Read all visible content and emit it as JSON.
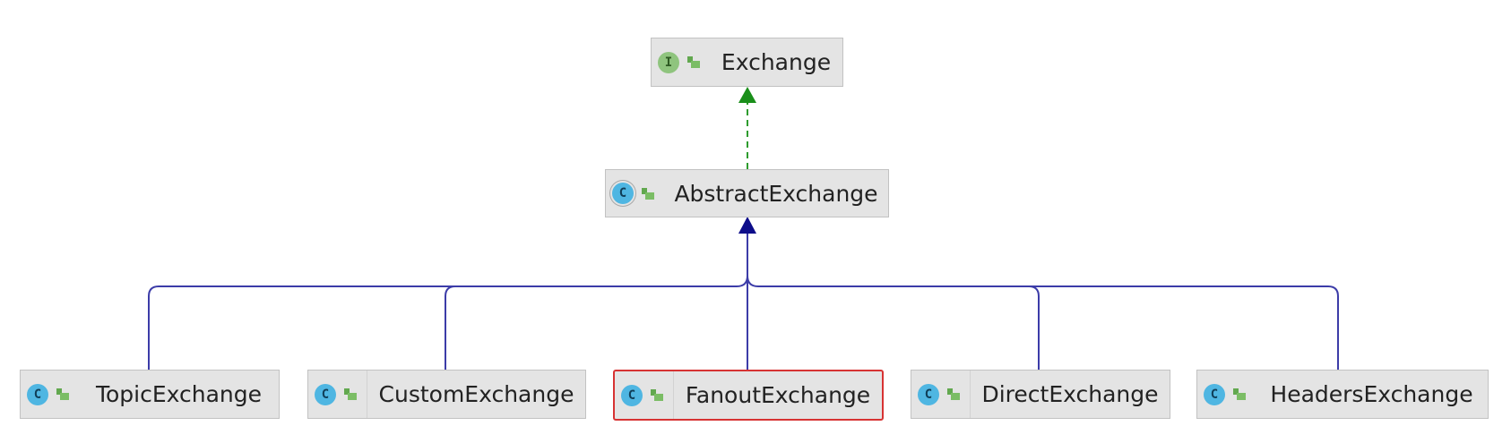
{
  "diagram": {
    "root": {
      "name": "Exchange",
      "kind": "interface",
      "kind_glyph": "I",
      "visibility": "public-lock-icon"
    },
    "middle": {
      "name": "AbstractExchange",
      "kind": "abstract-class",
      "kind_glyph": "C",
      "visibility": "public-lock-icon"
    },
    "children": [
      {
        "name": "TopicExchange",
        "kind": "class",
        "kind_glyph": "C",
        "visibility": "public-lock-icon",
        "selected": false
      },
      {
        "name": "CustomExchange",
        "kind": "class",
        "kind_glyph": "C",
        "visibility": "public-lock-icon",
        "selected": false
      },
      {
        "name": "FanoutExchange",
        "kind": "class",
        "kind_glyph": "C",
        "visibility": "public-lock-icon",
        "selected": true
      },
      {
        "name": "DirectExchange",
        "kind": "class",
        "kind_glyph": "C",
        "visibility": "public-lock-icon",
        "selected": false
      },
      {
        "name": "HeadersExchange",
        "kind": "class",
        "kind_glyph": "C",
        "visibility": "public-lock-icon",
        "selected": false
      }
    ],
    "relations": [
      {
        "from": "AbstractExchange",
        "to": "Exchange",
        "type": "implements",
        "style": "dashed",
        "color": "#2e9c2e"
      },
      {
        "from": "TopicExchange",
        "to": "AbstractExchange",
        "type": "extends",
        "style": "solid",
        "color": "#3c3ca8"
      },
      {
        "from": "CustomExchange",
        "to": "AbstractExchange",
        "type": "extends",
        "style": "solid",
        "color": "#3c3ca8"
      },
      {
        "from": "FanoutExchange",
        "to": "AbstractExchange",
        "type": "extends",
        "style": "solid",
        "color": "#3c3ca8"
      },
      {
        "from": "DirectExchange",
        "to": "AbstractExchange",
        "type": "extends",
        "style": "solid",
        "color": "#3c3ca8"
      },
      {
        "from": "HeadersExchange",
        "to": "AbstractExchange",
        "type": "extends",
        "style": "solid",
        "color": "#3c3ca8"
      }
    ],
    "colors": {
      "node_fill": "#e4e4e4",
      "selected_border": "#d73333",
      "interface_icon": "#8fc47e",
      "class_icon": "#4fb6e2",
      "implements_arrow": "#1a8f1a",
      "extends_arrow": "#0d0d8a"
    }
  }
}
